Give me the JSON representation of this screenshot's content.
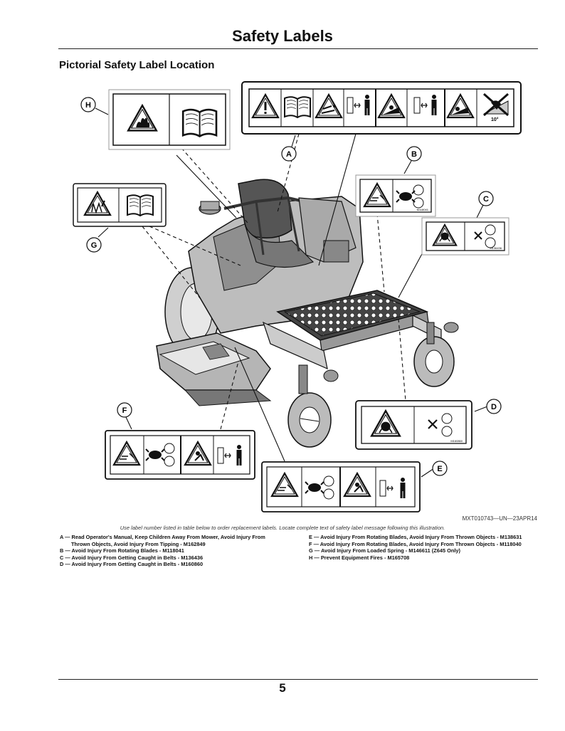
{
  "page_title": "Safety Labels",
  "section_title": "Pictorial Safety Label Location",
  "figure": {
    "callouts": [
      "A",
      "B",
      "C",
      "D",
      "E",
      "F",
      "G",
      "H"
    ],
    "reference": "MXT010743—UN—23APR14",
    "slope_label": "10°",
    "label_part_numbers": {
      "B": "M118041",
      "C": "M136436",
      "D": "M160860"
    }
  },
  "note": "Use label number listed in table below to order replacement labels. Locate complete text of safety label message following this illustration.",
  "legend_left": [
    "A — Read Operator's Manual, Keep Children Away From Mower, Avoid Injury From",
    "Thrown Objects, Avoid Injury From Tipping - M162849",
    "B — Avoid Injury From Rotating Blades - M118041",
    "C — Avoid Injury From Getting Caught in Belts - M136436",
    "D — Avoid Injury From Getting Caught in Belts - M160860"
  ],
  "legend_right": [
    "E — Avoid Injury From Rotating Blades, Avoid Injury From Thrown Objects - M138631",
    "F — Avoid Injury From Rotating Blades, Avoid Injury From Thrown Objects - M118040",
    "G — Avoid Injury From Loaded Spring - M146611 (Z645 Only)",
    "H — Prevent Equipment Fires - M165708"
  ],
  "page_number": "5",
  "icons": [
    "warning-triangle-icon",
    "operator-manual-icon",
    "fire-icon",
    "thrown-objects-icon",
    "tipping-icon",
    "child-keep-away-icon",
    "blade-icon",
    "belt-entanglement-icon",
    "loaded-spring-icon",
    "no-slope-icon"
  ]
}
